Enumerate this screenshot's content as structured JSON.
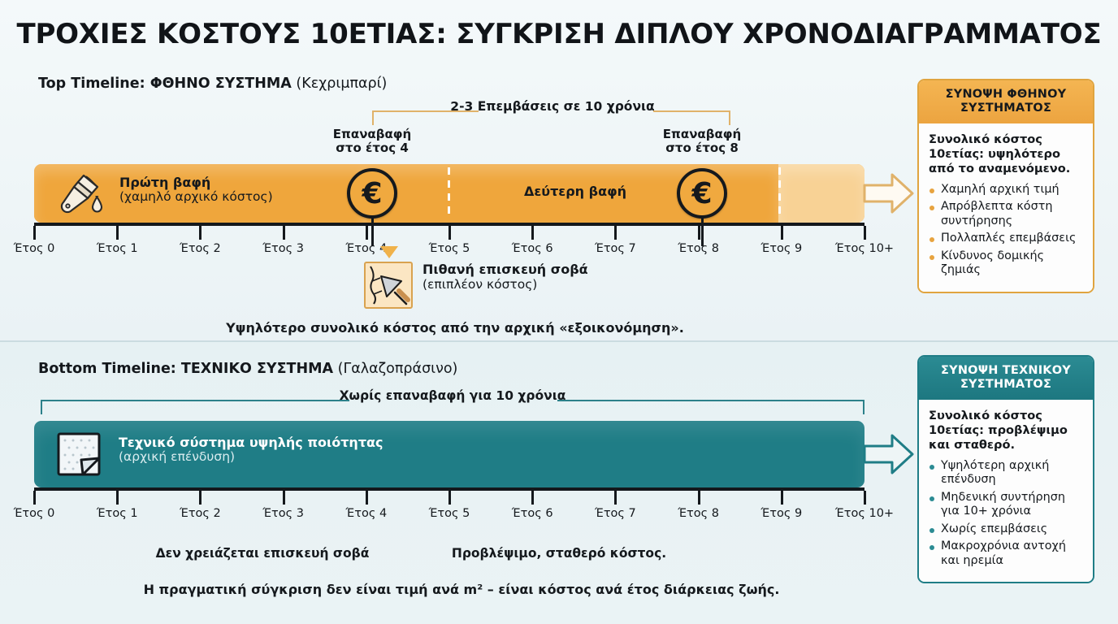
{
  "title": "ΤΡΟΧΙΕΣ ΚΟΣΤΟΥΣ 10ΕΤΙΑΣ: ΣΥΓΚΡΙΣΗ ΔΙΠΛΟΥ ΧΡΟΝΟΔΙΑΓΡΑΜΜΑΤΟΣ",
  "colors": {
    "orange": "#efa63c",
    "orange_light": "#f7cf92",
    "teal": "#1f7d86",
    "ink": "#15191d",
    "bg_top": "#f1f7f9",
    "bg_bottom": "#e8f1f3"
  },
  "top": {
    "label_bold": "Top Timeline: ΦΘΗΝΟ ΣΥΣΤΗΜΑ",
    "label_paren": " (Κεχριμπαρί)",
    "bracket_text": "2-3 Επεμβάσεις σε 10 χρόνια",
    "bar_segment_1": {
      "title": "Πρώτη βαφή",
      "subtitle": "(χαμηλό αρχικό κόστος)"
    },
    "bar_segment_2": {
      "title": "Δεύτερη βαφή"
    },
    "marker_1": {
      "line1": "Επαναβαφή",
      "line2": "στο έτος 4",
      "symbol": "€"
    },
    "marker_2": {
      "line1": "Επαναβαφή",
      "line2": "στο έτος 8",
      "symbol": "€"
    },
    "plaster": {
      "title": "Πιθανή επισκευή σοβά",
      "subtitle": "(επιπλέον κόστος)"
    },
    "footnote": "Υψηλότερο συνολικό κόστος από την αρχική «εξοικονόμηση».",
    "axis": [
      "Έτος 0",
      "Έτος 1",
      "Έτος 2",
      "Έτος 3",
      "Έτος 4",
      "Έτος 5",
      "Έτος 6",
      "Έτος 7",
      "Έτος 8",
      "Έτος 9",
      "Έτος 10+"
    ]
  },
  "bottom": {
    "label_bold": "Bottom Timeline: ΤΕΧΝΙΚΟ ΣΥΣΤΗΜΑ",
    "label_paren": " (Γαλαζοπράσινο)",
    "bracket_text": "Χωρίς επαναβαφή για 10 χρόνια",
    "bar_segment_1": {
      "title": "Τεχνικό σύστημα υψηλής ποιότητας",
      "subtitle": "(αρχική επένδυση)"
    },
    "note_left": "Δεν χρειάζεται επισκευή σοβά",
    "note_right": "Προβλέψιμο, σταθερό κόστος.",
    "footnote": "Η πραγματική σύγκριση δεν είναι τιμή ανά m² – είναι κόστος ανά έτος διάρκειας ζωής.",
    "axis": [
      "Έτος 0",
      "Έτος 1",
      "Έτος 2",
      "Έτος 3",
      "Έτος 4",
      "Έτος 5",
      "Έτος 6",
      "Έτος 7",
      "Έτος 8",
      "Έτος 9",
      "Έτος 10+"
    ]
  },
  "card_top": {
    "heading": "ΣΥΝΟΨΗ ΦΘΗΝΟΥ ΣΥΣΤΗΜΑΤΟΣ",
    "lead": "Συνολικό κόστος 10ετίας: υψηλότερο από το αναμενόμενο.",
    "items": [
      "Χαμηλή αρχική τιμή",
      "Απρόβλεπτα κόστη συντήρησης",
      "Πολλαπλές επεμβάσεις",
      "Κίνδυνος δομικής ζημιάς"
    ]
  },
  "card_bottom": {
    "heading": "ΣΥΝΟΨΗ ΤΕΧΝΙΚΟΥ ΣΥΣΤΗΜΑΤΟΣ",
    "lead": "Συνολικό κόστος 10ετίας: προβλέψιμο και σταθερό.",
    "items": [
      "Υψηλότερη αρχική επένδυση",
      "Μηδενική συντήρηση για 10+ χρόνια",
      "Χωρίς επεμβάσεις",
      "Μακροχρόνια αντοχή και ηρεμία"
    ]
  },
  "chart_data": {
    "type": "timeline",
    "title": "ΤΡΟΧΙΕΣ ΚΟΣΤΟΥΣ 10ΕΤΙΑΣ: ΣΥΓΚΡΙΣΗ ΔΙΠΛΟΥ ΧΡΟΝΟΔΙΑΓΡΑΜΜΑΤΟΣ",
    "x_ticks": [
      0,
      1,
      2,
      3,
      4,
      5,
      6,
      7,
      8,
      9,
      10
    ],
    "x_tick_labels": [
      "Έτος 0",
      "Έτος 1",
      "Έτος 2",
      "Έτος 3",
      "Έτος 4",
      "Έτος 5",
      "Έτος 6",
      "Έτος 7",
      "Έτος 8",
      "Έτος 9",
      "Έτος 10+"
    ],
    "series": [
      {
        "name": "ΦΘΗΝΟ ΣΥΣΤΗΜΑ (Κεχριμπαρί)",
        "color": "#efa63c",
        "interventions": 2,
        "intervention_years": [
          4,
          8
        ],
        "segments": [
          {
            "from": 0,
            "to": 4,
            "label": "Πρώτη βαφή"
          },
          {
            "from": 4,
            "to": 9,
            "label": "Δεύτερη βαφή"
          },
          {
            "from": 9,
            "to": 10,
            "label": "",
            "shade": "light"
          }
        ]
      },
      {
        "name": "ΤΕΧΝΙΚΟ ΣΥΣΤΗΜΑ (Γαλαζοπράσινο)",
        "color": "#1f7d86",
        "interventions": 0,
        "intervention_years": [],
        "segments": [
          {
            "from": 0,
            "to": 10,
            "label": "Τεχνικό σύστημα υψηλής ποιότητας"
          }
        ]
      }
    ]
  }
}
